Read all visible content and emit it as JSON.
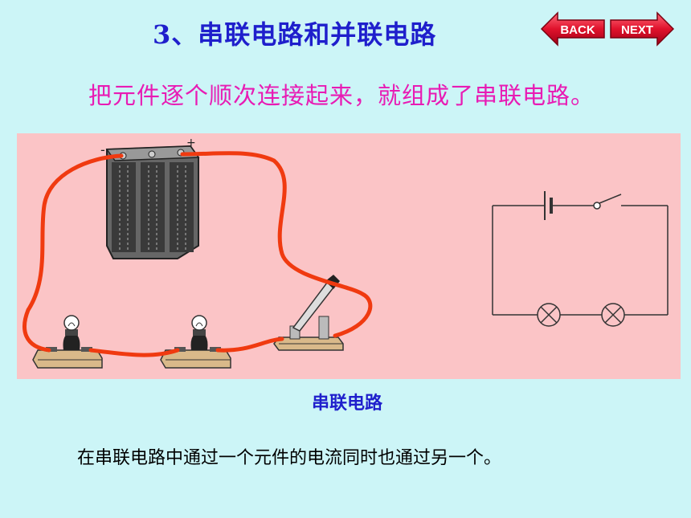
{
  "header": {
    "title": "3、串联电路和并联电路",
    "back_label": "BACK",
    "next_label": "NEXT"
  },
  "subtitle": "把元件逐个顺次连接起来，就组成了串联电路。",
  "figure": {
    "battery_minus": "-",
    "battery_plus": "+"
  },
  "caption": "串联电路",
  "bottom_text": "在串联电路中通过一个元件的电流同时也通过另一个。",
  "colors": {
    "background": "#ccf5f7",
    "title": "#1f1fcc",
    "subtitle": "#e81bb4",
    "diagram_bg": "#fbc4c6",
    "wire": "#f03a10",
    "nav_arrow": "#e0122c"
  }
}
